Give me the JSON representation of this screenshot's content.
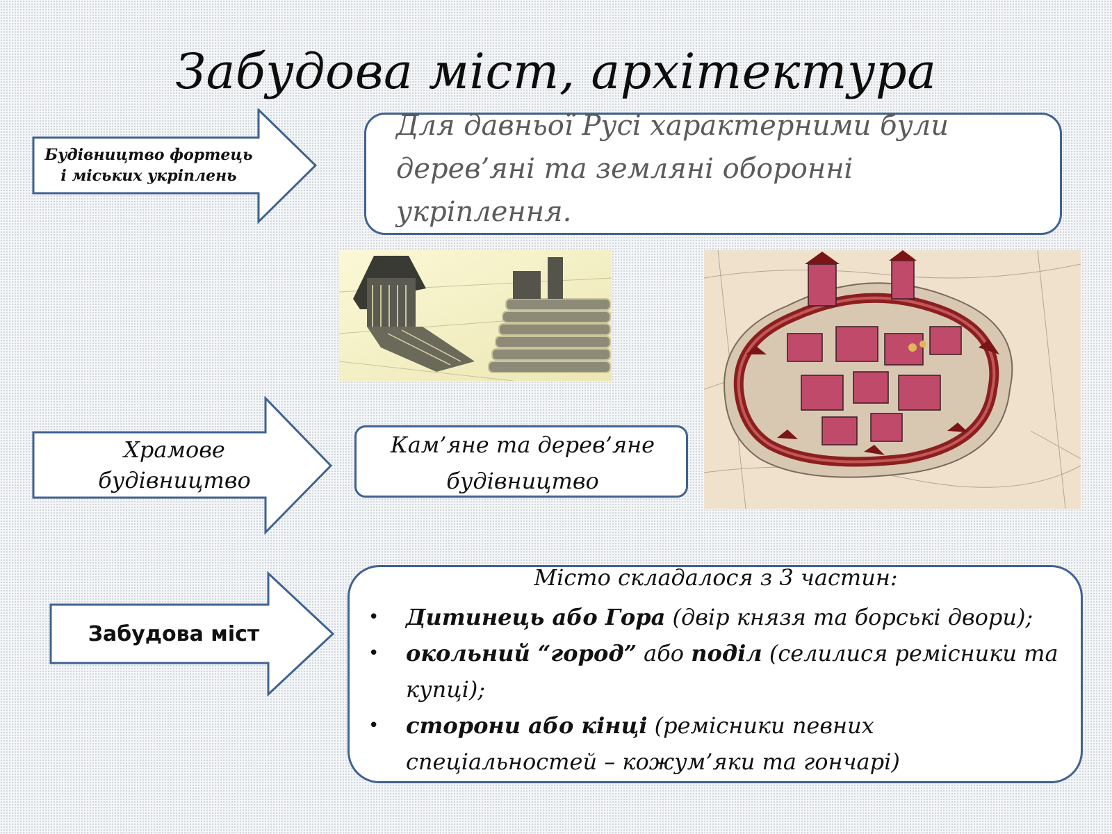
{
  "slide": {
    "title": "Забудова міст, архітектура"
  },
  "rows": [
    {
      "arrow_label": "Будівництво фортець і міських укріплень",
      "description": "Для давньої Русі характерними були дерев’яні та земляні оборонні укріплення."
    },
    {
      "arrow_label": "Храмове будівництво",
      "description": "Кам’яне та дерев’яне будівництво"
    },
    {
      "arrow_label": "Забудова міст",
      "heading": "Місто складалося з 3 частин:",
      "items": [
        {
          "bold": "Дитинець або Гора",
          "rest": " (двір князя та борські двори);"
        },
        {
          "bold": "окольний “город”",
          "mid": " або ",
          "bold2": "поділ",
          "rest": " (селилися ремісники та купці);"
        },
        {
          "bold": "сторони або кінці",
          "rest": " (ремісники певних спеціальностей – кожум’яки та гончарі)"
        }
      ],
      "bullet": "•"
    }
  ],
  "colors": {
    "border": "#3f6290",
    "box_fill": "#ffffff",
    "description_gray": "#5b5b5b"
  }
}
